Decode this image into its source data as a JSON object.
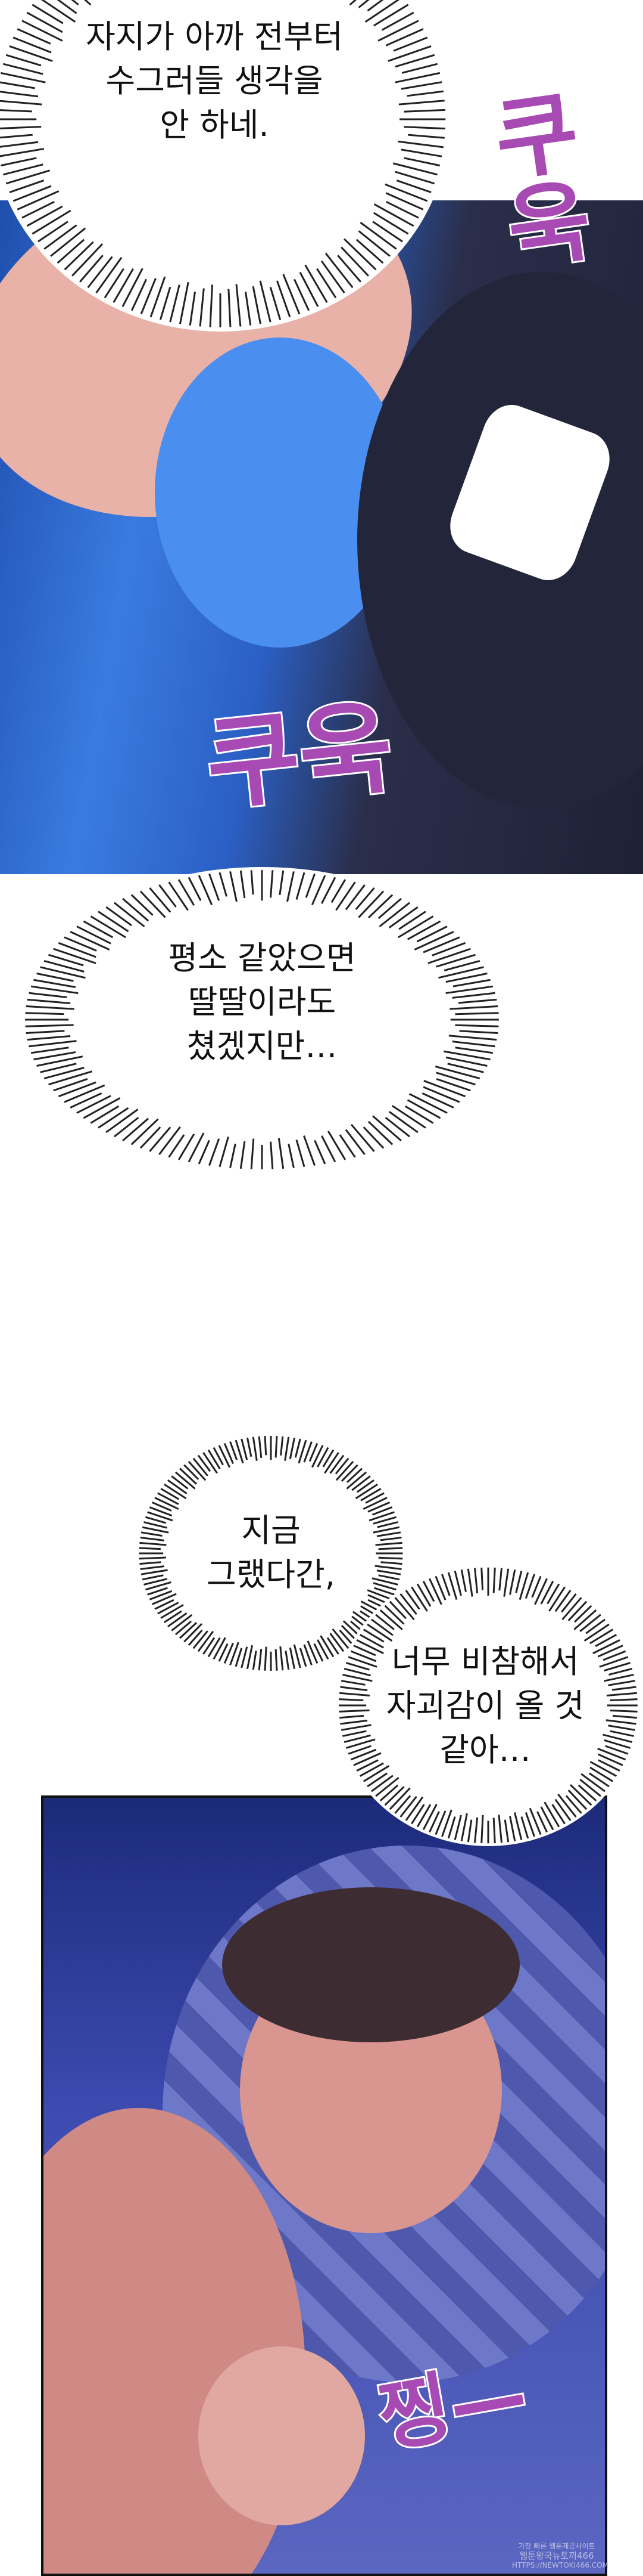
{
  "bubbles": [
    {
      "text": "자지가 아까 전부터\n수그러들 생각을\n안 하네."
    },
    {
      "text": "평소 같았으면\n딸딸이라도\n쳤겠지만…"
    },
    {
      "text": "지금\n그랬다간,"
    },
    {
      "text": "너무 비참해서\n자괴감이 올 것\n같아…"
    }
  ],
  "sfx": {
    "top": "쿠욱",
    "middle": "쿠욱",
    "bottom": "찡—"
  },
  "watermark": {
    "line1": "가장 빠른 웹툰제공사이트",
    "line2": "웹툰왕국뉴토끼466",
    "line3": "HTTPS://NEWTOKI466.COM"
  }
}
